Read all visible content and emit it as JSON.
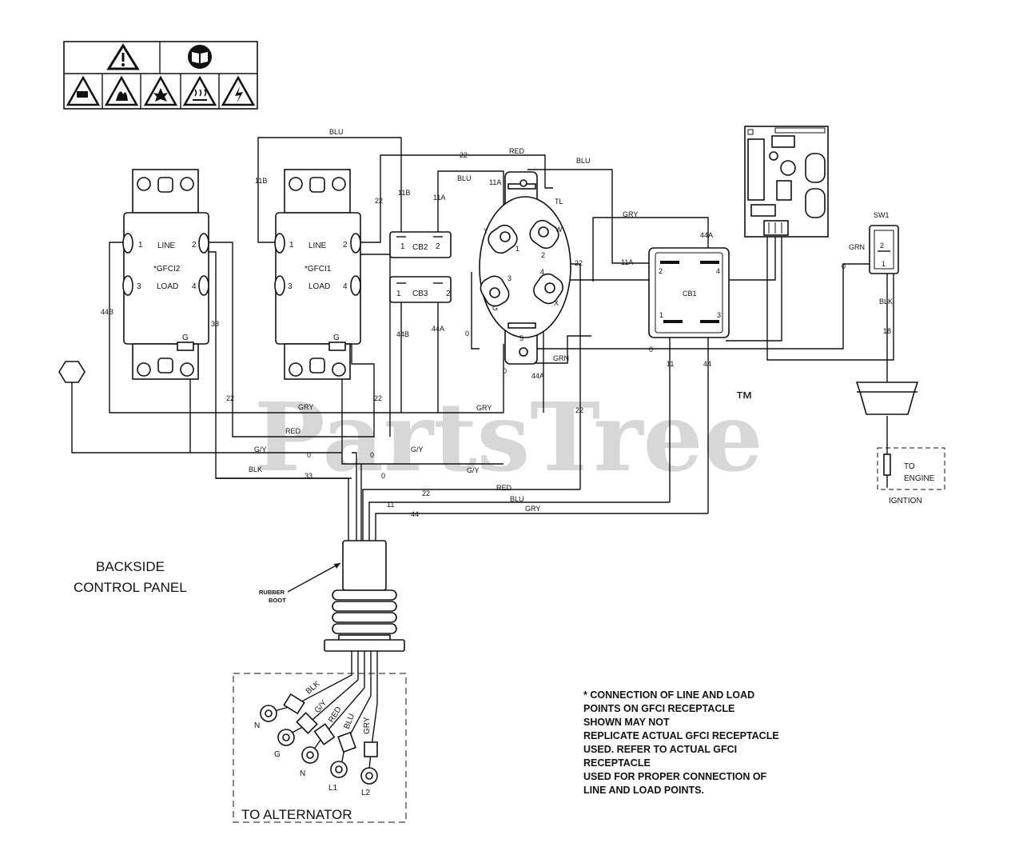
{
  "panel": {
    "title_line1": "BACKSIDE",
    "title_line2": "CONTROL PANEL"
  },
  "watermark": {
    "text": "PartsTree",
    "tm": "™"
  },
  "gfci2": {
    "name": "*GFCI2",
    "line": "LINE",
    "load": "LOAD",
    "t1": "1",
    "t2": "2",
    "t3": "3",
    "t4": "4",
    "g": "G"
  },
  "gfci1": {
    "name": "*GFCI1",
    "line": "LINE",
    "load": "LOAD",
    "t1": "1",
    "t2": "2",
    "t3": "3",
    "t4": "4",
    "g": "G"
  },
  "cb2": {
    "name": "CB2",
    "t1": "1",
    "t2": "2"
  },
  "cb3": {
    "name": "CB3",
    "t1": "1",
    "t2": "2"
  },
  "cb1": {
    "name": "CB1",
    "t1": "1",
    "t2": "2",
    "t3": "3",
    "t4": "4"
  },
  "twistlock": {
    "name": "TL",
    "t1": "1",
    "t2": "2",
    "t3": "3",
    "t4": "4",
    "t5": "5",
    "y": "Y",
    "w": "W",
    "g": "G",
    "x": "X"
  },
  "sw1": {
    "name": "SW1",
    "t1": "1",
    "t2": "2"
  },
  "ignition": {
    "to": "TO",
    "engine": "ENGINE",
    "label": "IGNTION"
  },
  "boot": {
    "line1": "RUBBER",
    "line2": "BOOT"
  },
  "alternator": {
    "label": "TO ALTERNATOR",
    "leads": [
      "BLK",
      "G/Y",
      "RED",
      "BLU",
      "GRY"
    ],
    "terminals": [
      "N",
      "G",
      "N",
      "L1",
      "L2"
    ]
  },
  "wire_labels": {
    "blu_top": "BLU",
    "n22_top": "22",
    "red_top": "RED",
    "blu_right": "BLU",
    "blu_mid": "BLU",
    "n11b_left": "11B",
    "n11b_right": "11B",
    "n22_gfci1": "22",
    "n11a_cb2": "11A",
    "n11a_tl": "11A",
    "gry_top": "GRY",
    "n44a_cb1": "44A",
    "n11a_cb1": "11A",
    "n22_tl": "22",
    "grn_sw": "GRN",
    "zero_sw": "0",
    "blk_sw": "BLK",
    "n18": "18",
    "n44b_left": "44B",
    "n33": "33",
    "n44b_cb3": "44B",
    "n44a_cb3": "44A",
    "zero_cb3": "0",
    "zero_tl": "0",
    "n44a_tl": "44A",
    "grn_mid": "GRN",
    "zero_mid": "0",
    "n11_cb1": "11",
    "n44_cb1": "44",
    "n22_a": "22",
    "n22_b": "22",
    "gry_a": "GRY",
    "gry_b": "GRY",
    "n22_c": "22",
    "red_mid": "RED",
    "gy_a": "G/Y",
    "zero_a": "0",
    "zero_b": "0",
    "gy_b": "G/Y",
    "gy_c": "G/Y",
    "blk_low": "BLK",
    "n33_low": "33",
    "zero_low": "0",
    "n22_bus": "22",
    "red_bus": "RED",
    "n11_bus": "11",
    "blu_bus": "BLU",
    "n44_bus": "44",
    "gry_bus": "GRY"
  },
  "notes": [
    "* CONNECTION OF LINE AND LOAD",
    "POINTS  ON GFCI  RECEPTACLE",
    "SHOWN MAY NOT",
    "REPLICATE ACTUAL GFCI RECEPTACLE",
    "USED.  REFER TO ACTUAL GFCI",
    "RECEPTACLE",
    "USED FOR PROPER CONNECTION OF",
    "LINE AND LOAD POINTS."
  ]
}
